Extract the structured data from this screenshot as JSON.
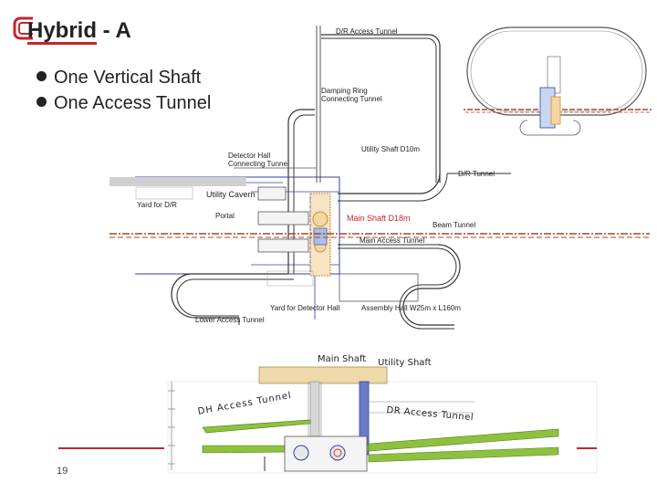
{
  "slide": {
    "title_main": "Hybrid",
    "title_suffix": " - A",
    "bullets": [
      "One Vertical Shaft",
      "One Access Tunnel"
    ],
    "page_number": "19"
  },
  "plan": {
    "dr_access_tunnel": "D/R Access Tunnel",
    "damping_ring_1": "Damping Ring",
    "damping_ring_2": "Connecting Tunnel",
    "detector_hall_1": "Detector Hall",
    "detector_hall_2": "Connecting Tunnel",
    "utility_shaft": "Utility Shaft D10m",
    "dr_tunnel": "D/R Tunnel",
    "utility_cavern": "Utility Cavern",
    "yard_dr": "Yard for D/R",
    "portal": "Portal",
    "main_shaft": "Main Shaft D18m",
    "beam_tunnel": "Beam Tunnel",
    "main_access_tunnel": "Main Access Tunnel",
    "lower_access_tunnel": "Lower Access Tunnel",
    "yard_detector_hall": "Yard for Detector Hall",
    "assembly_hall": "Assembly Hall W25m x L160m"
  },
  "section": {
    "main_shaft": "Main Shaft",
    "utility_shaft": "Utility Shaft",
    "dh_access_tunnel": "DH Access Tunnel",
    "dr_access_tunnel": "DR Access Tunnel"
  },
  "colors": {
    "accent_red": "#c1272d",
    "shaft_blue": "#3040a0",
    "tunnel_green": "#8fc13e",
    "main_shaft_red": "#e0301e"
  }
}
